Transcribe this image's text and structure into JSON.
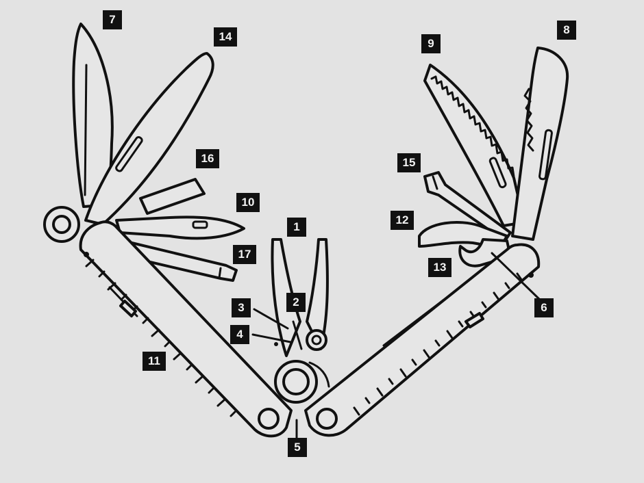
{
  "callouts": {
    "c1": "1",
    "c2": "2",
    "c3": "3",
    "c4": "4",
    "c5": "5",
    "c6": "6",
    "c7": "7",
    "c8": "8",
    "c9": "9",
    "c10": "10",
    "c11": "11",
    "c12": "12",
    "c13": "13",
    "c14": "14",
    "c15": "15",
    "c16": "16",
    "c17": "17"
  },
  "colors": {
    "background": "#e3e3e3",
    "ink": "#111111",
    "tool_fill": "#e6e6e6"
  }
}
